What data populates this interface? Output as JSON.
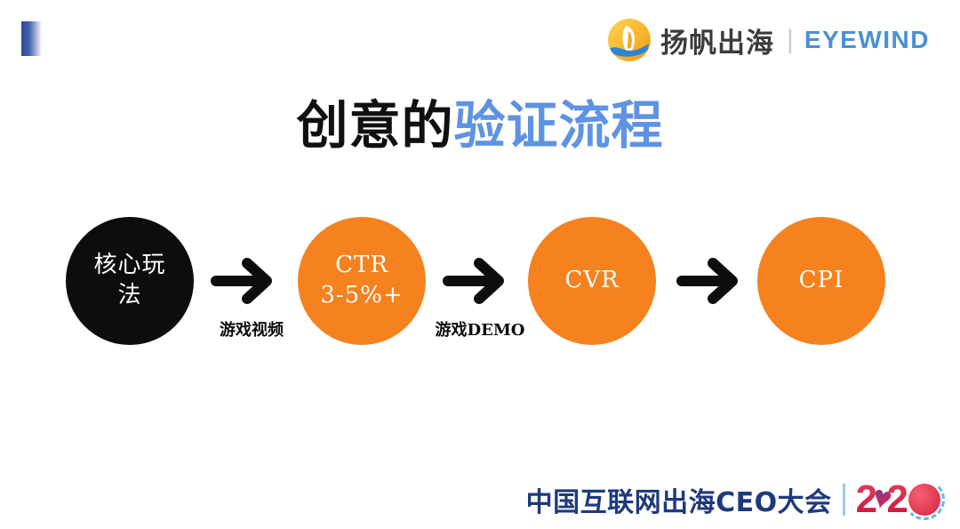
{
  "header": {
    "brand": {
      "icon": "sail-wave-icon",
      "name_cn": "扬帆出海",
      "divider": "|",
      "name_en": "EYEWIND"
    }
  },
  "title": {
    "black_part": "创意的",
    "blue_part": "验证流程"
  },
  "flow": {
    "nodes": [
      {
        "line1": "核心玩",
        "line2": "法",
        "color": "#0d0d0d",
        "text_color": "#ffffff"
      },
      {
        "line1": "CTR",
        "line2": "3-5%+",
        "color": "#f5821f",
        "text_color": "#ffffff"
      },
      {
        "line1": "CVR",
        "line2": "",
        "color": "#f5821f",
        "text_color": "#ffffff"
      },
      {
        "line1": "CPI",
        "line2": "",
        "color": "#f5821f",
        "text_color": "#ffffff"
      }
    ],
    "arrows": [
      {
        "label": "游戏视频"
      },
      {
        "label": "游戏DEMO"
      },
      {
        "label": ""
      }
    ]
  },
  "footer": {
    "conference": "中国互联网出海CEO大会",
    "year": {
      "digit1": "2",
      "digit2": "2",
      "heart": "♥",
      "value": "2020"
    }
  },
  "colors": {
    "accent_orange": "#f5821f",
    "node_black": "#0d0d0d",
    "title_blue": "#5e93e3",
    "brand_blue": "#4a90d5",
    "footer_navy": "#1e3a7c",
    "deco_blue": "#2b4a9d",
    "year_red": "#d51f45",
    "heart_purple": "#8d3a85",
    "arc_blue": "#66b8e6"
  }
}
